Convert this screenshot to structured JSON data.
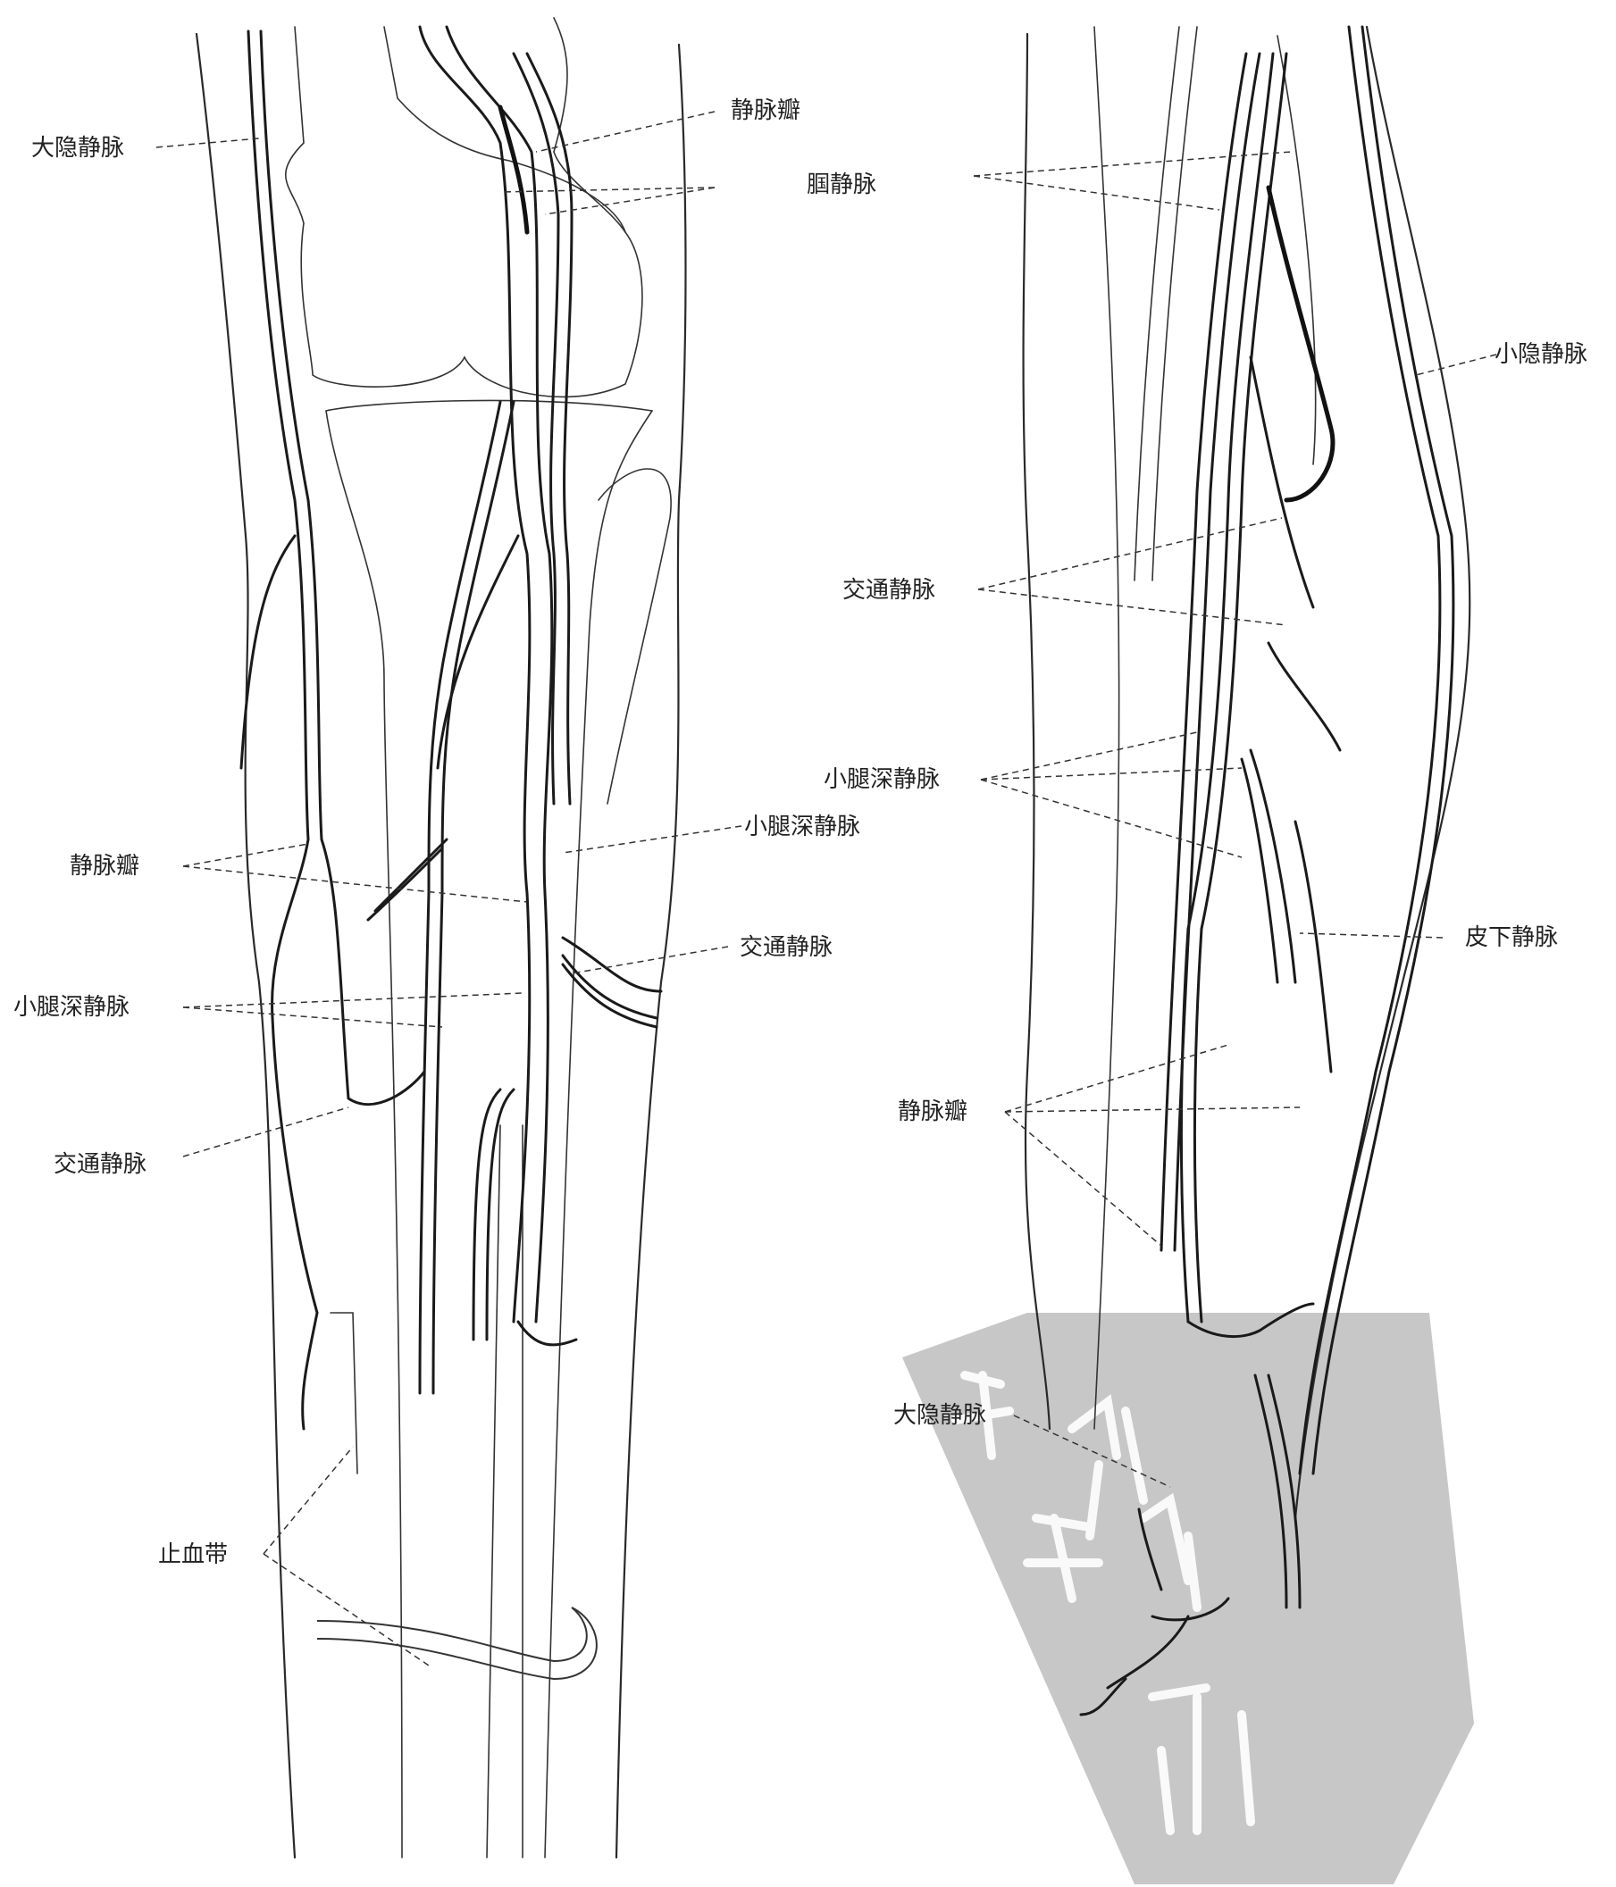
{
  "labels": {
    "left_great_saphenous": "大隐静脉",
    "left_valve_top": "静脉瓣",
    "left_popliteal": "腘静脉",
    "left_valve_mid": "静脉瓣",
    "left_deep_calf_right": "小腿深静脉",
    "left_deep_calf_left": "小腿深静脉",
    "left_perforator_right": "交通静脉",
    "left_perforator_left": "交通静脉",
    "left_tourniquet": "止血带",
    "right_small_saphenous": "小隐静脉",
    "right_perforator": "交通静脉",
    "right_deep_calf": "小腿深静脉",
    "right_subcutaneous": "皮下静脉",
    "right_valve": "静脉瓣",
    "right_great_saphenous": "大隐静脉"
  },
  "seal": {
    "type": "watermark-seal",
    "color": "#bdbdbd",
    "text": "資料附錄"
  },
  "colors": {
    "ink": "#1a1a1a",
    "seal": "#bdbdbd",
    "background": "#ffffff"
  }
}
